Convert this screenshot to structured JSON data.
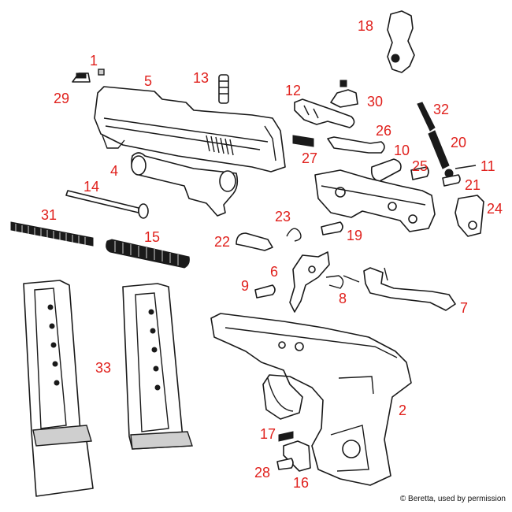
{
  "diagram": {
    "copyright": "© Beretta, used by permission",
    "callout_color": "#e0201c",
    "callouts": [
      {
        "id": "1",
        "label": "1"
      },
      {
        "id": "2",
        "label": "2"
      },
      {
        "id": "4",
        "label": "4"
      },
      {
        "id": "5",
        "label": "5"
      },
      {
        "id": "6",
        "label": "6"
      },
      {
        "id": "7",
        "label": "7"
      },
      {
        "id": "8",
        "label": "8"
      },
      {
        "id": "9",
        "label": "9"
      },
      {
        "id": "10",
        "label": "10"
      },
      {
        "id": "11",
        "label": "11"
      },
      {
        "id": "12",
        "label": "12"
      },
      {
        "id": "13",
        "label": "13"
      },
      {
        "id": "14",
        "label": "14"
      },
      {
        "id": "15",
        "label": "15"
      },
      {
        "id": "16",
        "label": "16"
      },
      {
        "id": "17",
        "label": "17"
      },
      {
        "id": "18",
        "label": "18"
      },
      {
        "id": "19",
        "label": "19"
      },
      {
        "id": "20",
        "label": "20"
      },
      {
        "id": "21",
        "label": "21"
      },
      {
        "id": "22",
        "label": "22"
      },
      {
        "id": "23",
        "label": "23"
      },
      {
        "id": "24",
        "label": "24"
      },
      {
        "id": "25",
        "label": "25"
      },
      {
        "id": "26",
        "label": "26"
      },
      {
        "id": "27",
        "label": "27"
      },
      {
        "id": "28",
        "label": "28"
      },
      {
        "id": "29",
        "label": "29"
      },
      {
        "id": "30",
        "label": "30"
      },
      {
        "id": "31",
        "label": "31"
      },
      {
        "id": "32",
        "label": "32"
      },
      {
        "id": "33",
        "label": "33"
      }
    ]
  }
}
